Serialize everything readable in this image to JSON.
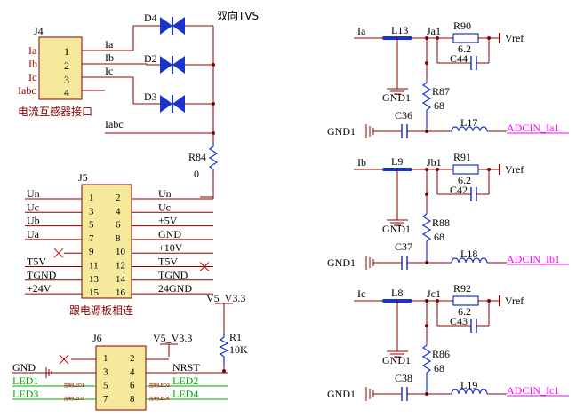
{
  "tvs_title": "双向TVS",
  "colors": {
    "wire": "#8b0000",
    "body": "#f5e99c",
    "comp": "#1a33cc",
    "label": "#000000",
    "des": "#8b0000",
    "net": "#ff00ff",
    "green": "#00aa00"
  },
  "j4": {
    "designator": "J4",
    "caption": "电流互感器接口",
    "pins": [
      "1",
      "2",
      "3",
      "4"
    ],
    "left_nets": [
      "Ia",
      "Ib",
      "Ic",
      "Iabc"
    ],
    "right_nets": [
      "Ia",
      "Ib",
      "Ic",
      "Iabc"
    ]
  },
  "diodes": [
    "D4",
    "D2",
    "D3"
  ],
  "r84": {
    "name": "R84",
    "value": "0"
  },
  "j5": {
    "designator": "J5",
    "caption": "跟电源板相连",
    "pins_left": [
      "1",
      "3",
      "5",
      "7",
      "9",
      "11",
      "13",
      "15"
    ],
    "pins_right": [
      "2",
      "4",
      "6",
      "8",
      "10",
      "12",
      "14",
      "16"
    ],
    "left_nets": [
      "Un",
      "Uc",
      "Ub",
      "Ua",
      "",
      "T5V",
      "TGND",
      "+24V"
    ],
    "right_nets": [
      "Un",
      "Uc",
      "+5V",
      "GND",
      "+10V",
      "T5V",
      "TGND",
      "24GND"
    ]
  },
  "j6": {
    "designator": "J6",
    "pins_left": [
      "1",
      "3",
      "5",
      "7"
    ],
    "pins_right": [
      "2",
      "4",
      "6",
      "8"
    ],
    "left_nets": [
      "GND",
      "LED1",
      "LED3"
    ],
    "right_nets": [
      "NRST",
      "LED2",
      "LED4"
    ],
    "pin_notes": [
      "控制LED1",
      "控制LED3",
      "控制LED2",
      "控制LED4"
    ]
  },
  "supply": {
    "v33a": "V5_V3.3",
    "v33b": "V5_V3.3"
  },
  "r1": {
    "name": "R1",
    "value": "10K"
  },
  "channels": [
    {
      "in": "Ia",
      "l_in": "L13",
      "node": "Ja1",
      "r_ser": "R90",
      "r_ser_val": "6.2",
      "vref": "Vref",
      "cap": "C44",
      "gnd": "GND1",
      "r_div": "R87",
      "r_div_val": "68",
      "gnd_left": "GND1",
      "cap2": "C36",
      "l_out": "L17",
      "out": "ADCIN_Ia1"
    },
    {
      "in": "Ib",
      "l_in": "L9",
      "node": "Jb1",
      "r_ser": "R91",
      "r_ser_val": "6.2",
      "vref": "Vref",
      "cap": "C42",
      "gnd": "GND1",
      "r_div": "R88",
      "r_div_val": "68",
      "gnd_left": "GND1",
      "cap2": "C37",
      "l_out": "L18",
      "out": "ADCIN_Ib1"
    },
    {
      "in": "Ic",
      "l_in": "L8",
      "node": "Jc1",
      "r_ser": "R92",
      "r_ser_val": "6.2",
      "vref": "Vref",
      "cap": "C43",
      "gnd": "GND1",
      "r_div": "R86",
      "r_div_val": "68",
      "gnd_left": "GND1",
      "cap2": "C38",
      "l_out": "L19",
      "out": "ADCIN_Ic1"
    }
  ]
}
